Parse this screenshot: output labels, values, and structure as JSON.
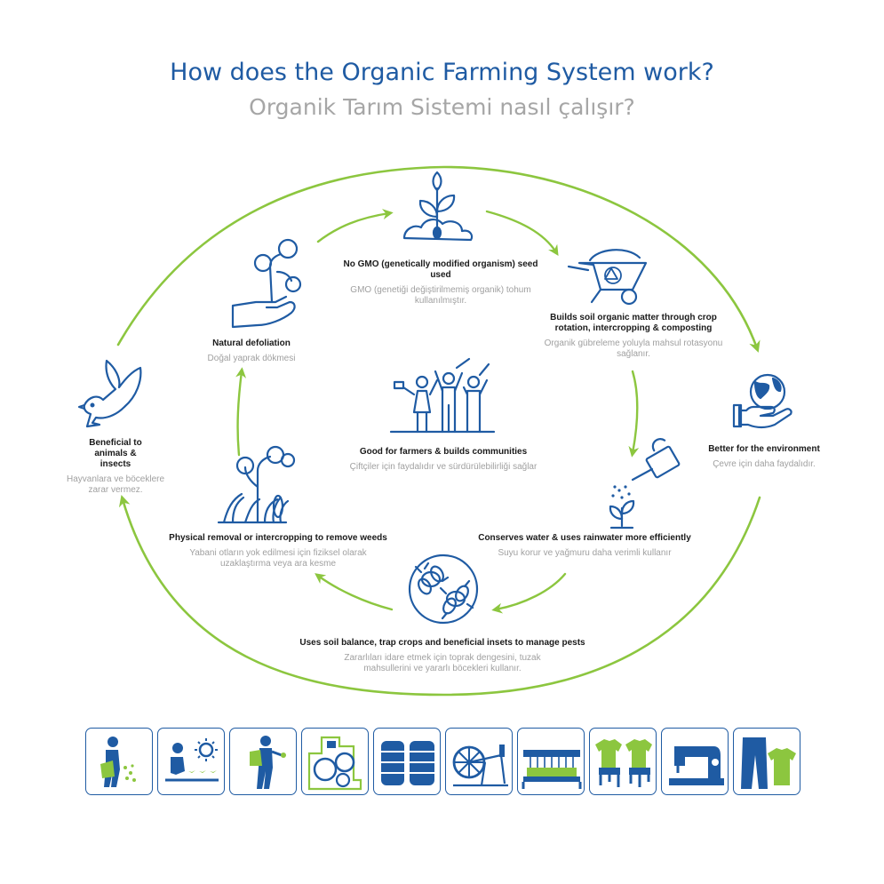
{
  "title": {
    "en": "How does the Organic Farming System work?",
    "tr": "Organik Tarım Sistemi nasıl çalışır?"
  },
  "colors": {
    "blue": "#1f5ba3",
    "green": "#8cc63f",
    "gray": "#a0a0a0"
  },
  "nodes": {
    "gmo": {
      "icon": "plant-sprout-icon",
      "en": "No GMO (genetically modified organism) seed used",
      "tr": "GMO (genetiği değiştirilmemiş organik) tohum kullanılmıştır."
    },
    "soil": {
      "icon": "wheelbarrow-recycle-icon",
      "en": "Builds soil organic matter through crop rotation, intercropping & composting",
      "tr": "Organik gübreleme yoluyla mahsul rotasyonu sağlanır."
    },
    "environment": {
      "icon": "globe-in-hand-icon",
      "en": "Better for the environment",
      "tr": "Çevre için daha faydalıdır."
    },
    "water": {
      "icon": "watering-can-icon",
      "en": "Conserves water & uses rainwater more efficiently",
      "tr": "Suyu korur ve yağmuru daha verimli kullanır"
    },
    "pests": {
      "icon": "beneficial-insects-icon",
      "en": "Uses soil balance, trap crops and beneficial insets to manage pests",
      "tr": "Zararlıları idare etmek için toprak dengesini, tuzak mahsullerini ve yararlı böcekleri kullanır."
    },
    "weeds": {
      "icon": "cotton-plant-weeds-icon",
      "en": "Physical removal or intercropping to remove weeds",
      "tr": "Yabani otların yok edilmesi için fiziksel olarak uzaklaştırma veya ara kesme"
    },
    "animals": {
      "icon": "dove-icon",
      "en": "Beneficial to animals & insects",
      "tr": "Hayvanlara ve böceklere zarar vermez."
    },
    "defoliation": {
      "icon": "hand-holding-cotton-icon",
      "en": "Natural defoliation",
      "tr": "Doğal yaprak dökmesi"
    },
    "farmers": {
      "icon": "farmers-community-icon",
      "en": "Good for farmers & builds communities",
      "tr": "Çiftçiler için faydalıdır ve sürdürülebilirliği sağlar"
    }
  },
  "process_tiles": [
    "sowing-farmer-icon",
    "growing-seedlings-sun-icon",
    "cotton-picking-farmer-icon",
    "ginning-machine-icon",
    "cotton-bales-icon",
    "spinning-wheel-icon",
    "weaving-loom-icon",
    "dyed-tshirts-icon",
    "sewing-machine-icon",
    "jeans-and-tshirt-icon"
  ]
}
